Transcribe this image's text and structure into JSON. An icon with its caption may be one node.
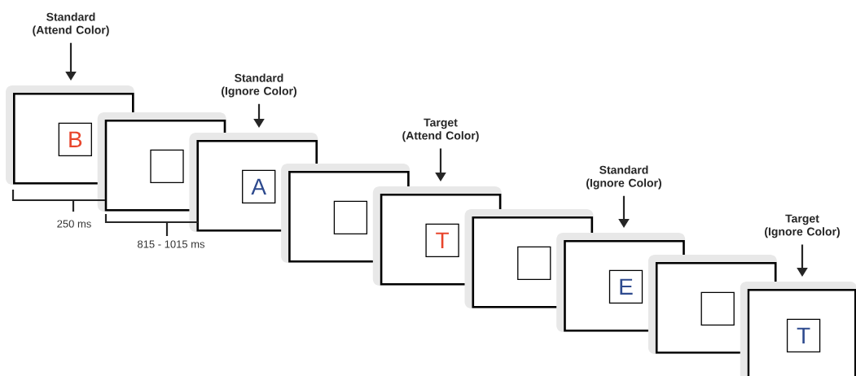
{
  "diagram": {
    "nodes": [
      {
        "text": [
          "Standard (Attend Color)"
        ]
      },
      {
        "text": [],
        "shape": "box"
      },
      {
        "text": [
          "B"
        ],
        "in": 1
      },
      {
        "text": [],
        "shape": "box"
      },
      {
        "text": [],
        "shape": "box",
        "in": 3
      },
      {
        "text": [
          "Standard (Ignore Color)"
        ]
      },
      {
        "text": [],
        "shape": "box"
      },
      {
        "text": [
          "A"
        ],
        "in": 6
      },
      {
        "text": [],
        "shape": "box"
      },
      {
        "text": [],
        "shape": "box",
        "in": 8
      },
      {
        "text": [
          "Target (Attend Color)"
        ]
      },
      {
        "text": [],
        "shape": "box"
      },
      {
        "text": [
          "T"
        ],
        "in": 11
      },
      {
        "text": [],
        "shape": "box"
      },
      {
        "text": [],
        "shape": "box",
        "in": 13
      },
      {
        "text": [
          "Standard (Ignore Color)"
        ]
      },
      {
        "text": [],
        "shape": "box"
      },
      {
        "text": [
          "E"
        ],
        "in": 16
      },
      {
        "text": [],
        "shape": "box"
      },
      {
        "text": [],
        "shape": "box",
        "in": 18
      },
      {
        "text": [
          "Target (Ignore Color)"
        ]
      },
      {
        "text": [],
        "shape": "box"
      },
      {
        "text": [
          "T"
        ],
        "in": 21
      }
    ],
    "edges": [
      {
        "from": 0,
        "to": 1,
        "arrow": "to"
      },
      {
        "from": 5,
        "to": 6,
        "arrow": "to"
      },
      {
        "from": 10,
        "to": 11,
        "arrow": "to"
      },
      {
        "from": 15,
        "to": 16,
        "arrow": "to"
      },
      {
        "from": 20,
        "to": 21,
        "arrow": "to"
      }
    ],
    "labels": [
      "250 ms",
      "815 - 1015 ms"
    ]
  }
}
